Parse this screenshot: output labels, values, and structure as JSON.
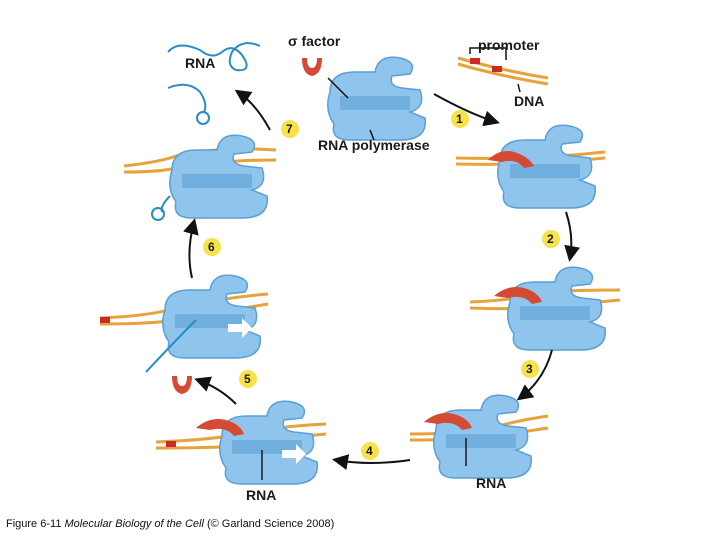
{
  "labels": {
    "sigma_factor": "σ factor",
    "promoter": "promoter",
    "dna": "DNA",
    "rna_top": "RNA",
    "rna_polymerase": "RNA polymerase",
    "rna_bottom_left": "RNA",
    "rna_bottom_right": "RNA"
  },
  "steps": [
    "1",
    "2",
    "3",
    "4",
    "5",
    "6",
    "7"
  ],
  "caption": {
    "prefix": "Figure 6-11  ",
    "book": "Molecular Biology of the Cell",
    "suffix": " (© Garland Science 2008)"
  },
  "colors": {
    "polymerase": "#8fc4ec",
    "polymerase_dark": "#5a9fd6",
    "sigma": "#d44a33",
    "dna_orange": "#e8a23a",
    "dna_red": "#cc2a2a",
    "rna_line": "#2a8cc4",
    "step_circle": "#f7e24a"
  }
}
